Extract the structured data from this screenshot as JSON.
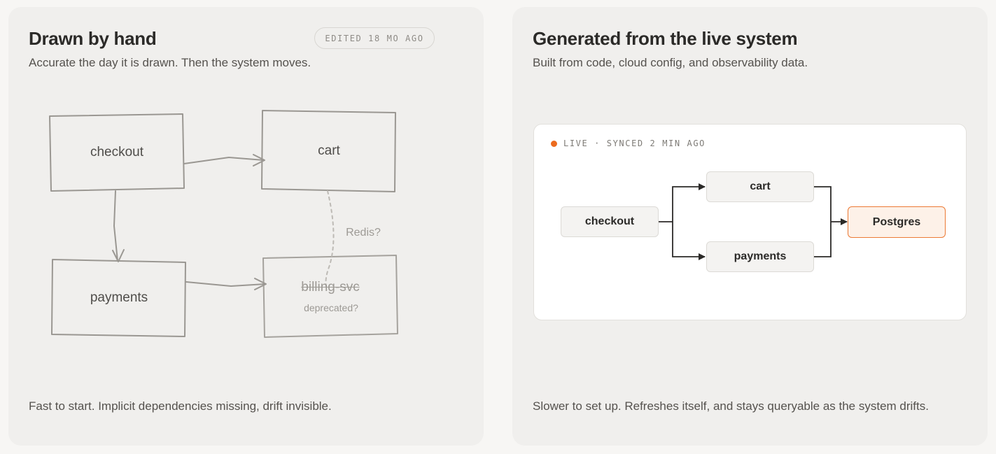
{
  "left_panel": {
    "title": "Drawn by hand",
    "subtitle": "Accurate the day it is drawn. Then the system moves.",
    "badge": "EDITED 18 MO AGO",
    "footer": "Fast to start. Implicit dependencies missing, drift invisible.",
    "sketch": {
      "boxes": [
        {
          "id": "checkout",
          "label": "checkout"
        },
        {
          "id": "cart",
          "label": "cart"
        },
        {
          "id": "payments",
          "label": "payments"
        },
        {
          "id": "billing",
          "label": "billing-svc",
          "note": "deprecated?",
          "struck": true
        }
      ],
      "dashed_label": "Redis?"
    }
  },
  "right_panel": {
    "title": "Generated from the live system",
    "subtitle": "Built from code, cloud config, and observability data.",
    "footer": "Slower to set up. Refreshes itself, and stays queryable as the system drifts.",
    "status": "LIVE · SYNCED 2 MIN AGO",
    "status_color": "#ec6b1e",
    "nodes": [
      {
        "id": "checkout",
        "label": "checkout"
      },
      {
        "id": "cart",
        "label": "cart"
      },
      {
        "id": "payments",
        "label": "payments"
      },
      {
        "id": "postgres",
        "label": "Postgres"
      }
    ],
    "edges": [
      {
        "from": "checkout",
        "to": "cart"
      },
      {
        "from": "checkout",
        "to": "payments"
      },
      {
        "from": "cart",
        "to": "postgres"
      },
      {
        "from": "payments",
        "to": "postgres"
      }
    ],
    "accent_color": "#ec7a35"
  }
}
